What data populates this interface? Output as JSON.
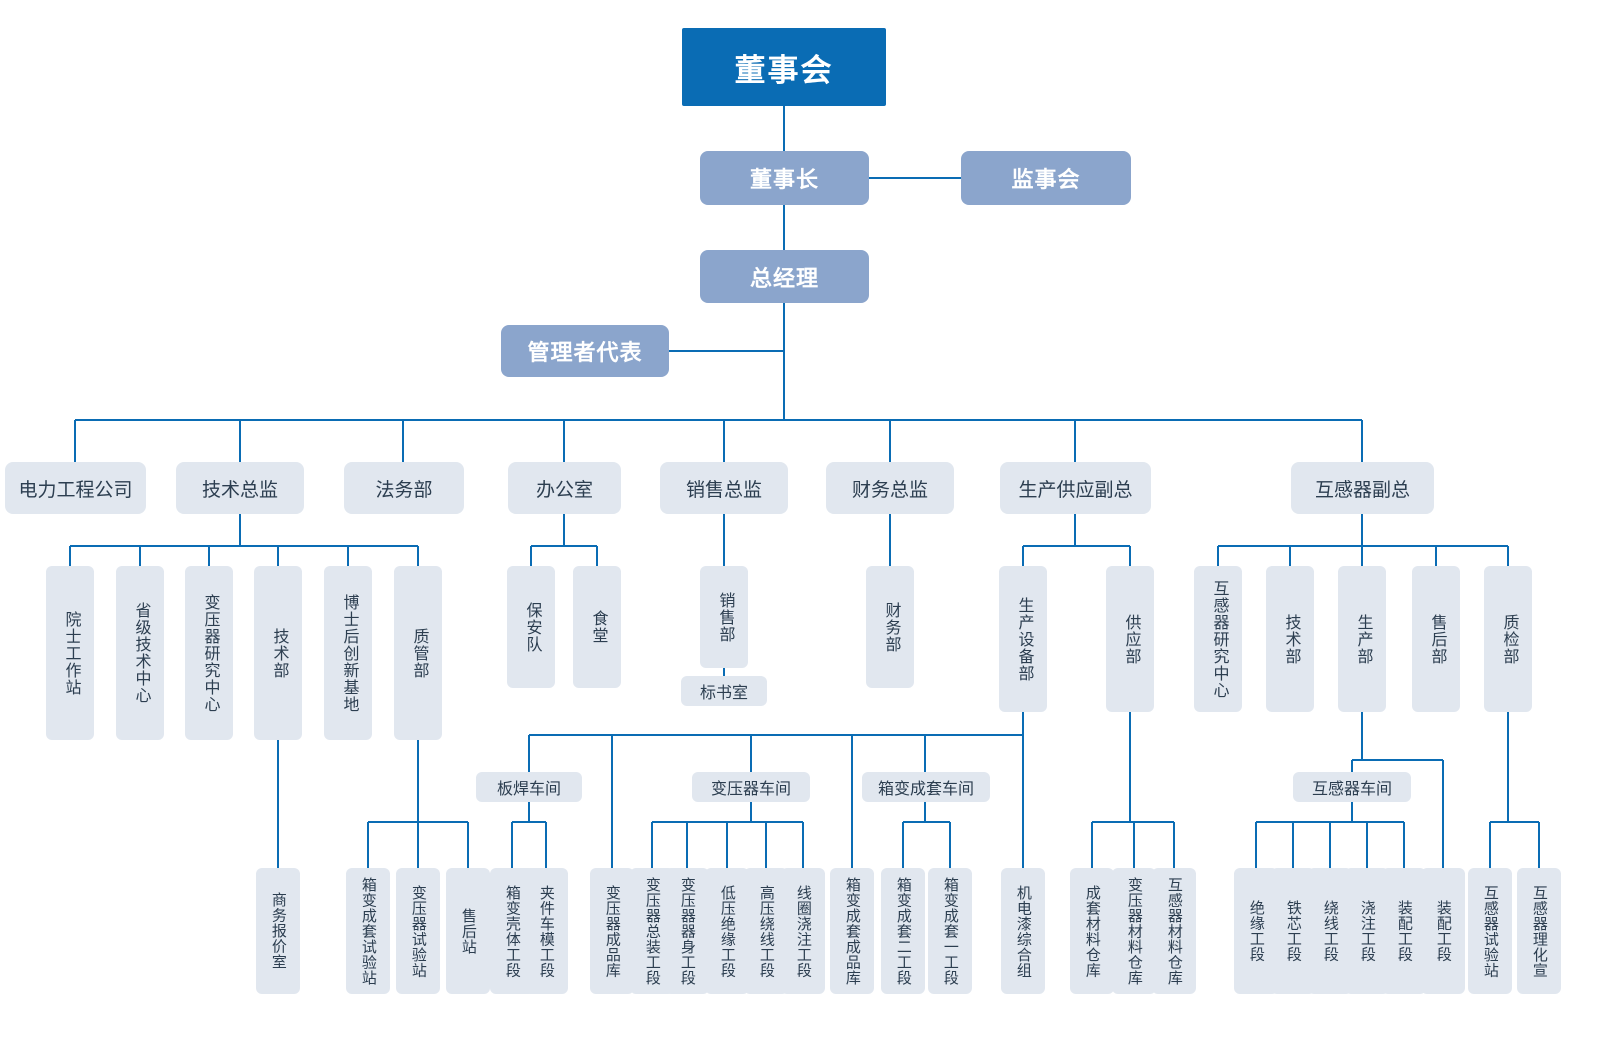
{
  "meta": {
    "title": "公司组织架构图",
    "line_color": "#0a6cb4",
    "root_color": "#0a6cb4",
    "exec_color": "#8ba5cc",
    "dept_color": "#e1e7ef",
    "text_color": "#2c3e50"
  },
  "nodes": {
    "board": "董事会",
    "chairman": "董事长",
    "supervisory": "监事会",
    "gm": "总经理",
    "mgr_rep": "管理者代表",
    "d1": "电力工程公司",
    "d2": "技术总监",
    "d3": "法务部",
    "d4": "办公室",
    "d5": "销售总监",
    "d6": "财务总监",
    "d7": "生产供应副总",
    "d8": "互感器副总",
    "t1": "院士工作站",
    "t2": "省级技术中心",
    "t3": "变压器研究中心",
    "t4": "技术部",
    "t5": "博士后创新基地",
    "t6": "质管部",
    "o1": "保安队",
    "o2": "食堂",
    "s1": "销售部",
    "s1a": "标书室",
    "f1": "财务部",
    "p1": "生产设备部",
    "p2": "供应部",
    "h1": "互感器研究中心",
    "h2": "技术部",
    "h3": "生产部",
    "h4": "售后部",
    "h5": "质检部",
    "w1": "板焊车间",
    "w2": "变压器车间",
    "w3": "箱变成套车间",
    "w4": "互感器车间",
    "l_sw1": "商务报价室",
    "l_q1": "箱变成套试验站",
    "l_q2": "变压器试验站",
    "l_q3": "售后站",
    "l_b1": "箱变壳体工段",
    "l_b2": "夹件车模工段",
    "l_b3": "变压器成品库",
    "l_t1": "变压器总装工段",
    "l_t2": "变压器器身工段",
    "l_t3": "低压绝缘工段",
    "l_t4": "高压绕线工段",
    "l_t5": "线圈浇注工段",
    "l_x1": "箱变成套成品库",
    "l_x2": "箱变成套二工段",
    "l_x3": "箱变成套一工段",
    "l_p1": "机电漆综合组",
    "l_s1": "成套材料仓库",
    "l_s2": "变压器材料仓库",
    "l_s3": "互感器材料仓库",
    "l_h1": "绝缘工段",
    "l_h2": "铁芯工段",
    "l_h3": "绕线工段",
    "l_h4": "浇注工段",
    "l_h5": "装配工段",
    "l_h6": "装配工段",
    "l_h7": "互感器试验站",
    "l_h8": "互感器理化宣"
  }
}
